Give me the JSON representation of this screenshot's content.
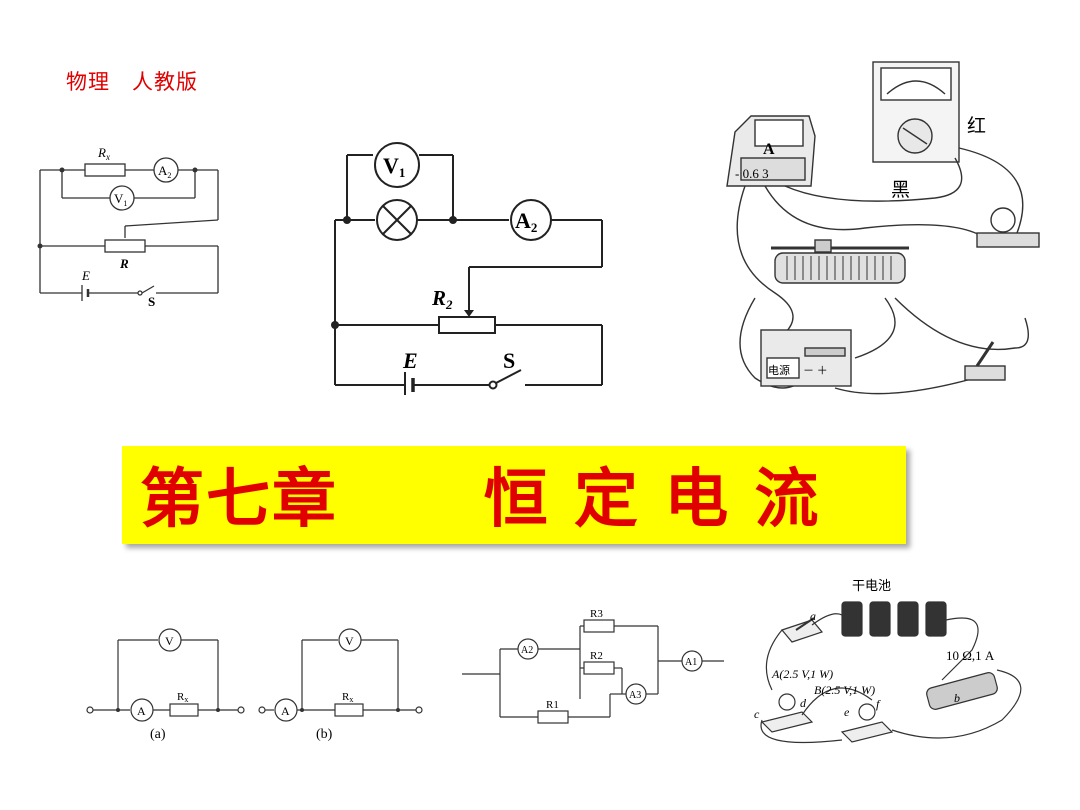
{
  "header": {
    "subject_edition": "物理　人教版"
  },
  "title": {
    "chapter": "第七章",
    "topic": "恒 定 电 流"
  },
  "figure_circuit_small": {
    "labels": {
      "rx": "R",
      "rx_sub": "x",
      "a2": "A",
      "a2_sub": "2",
      "v1": "V",
      "v1_sub": "1",
      "r": "R",
      "e": "E",
      "s": "S"
    }
  },
  "figure_circuit_large": {
    "labels": {
      "v1": "V",
      "v1_sub": "1",
      "a2": "A",
      "a2_sub": "2",
      "r2": "R",
      "r2_sub": "2",
      "e": "E",
      "s": "S"
    }
  },
  "figure_apparatus_top": {
    "labels": {
      "ammeter": "A",
      "ammeter_scale": "- 0.6 3",
      "red": "红",
      "black": "黑",
      "power_supply": "电源",
      "power_terminals": "－ ＋"
    }
  },
  "figure_ab": {
    "labels": {
      "v": "V",
      "a": "A",
      "rx": "R",
      "rx_sub": "x",
      "caption_a": "(a)",
      "caption_b": "(b)"
    }
  },
  "figure_parallel": {
    "labels": {
      "r3": "R3",
      "r2": "R2",
      "r1": "R1",
      "a2": "A2",
      "a1": "A1",
      "a3": "A3"
    }
  },
  "figure_apparatus_bottom": {
    "labels": {
      "battery": "干电池",
      "rheostat_spec": "10 Ω,1 A",
      "lamp_a": "A(2.5 V,1 W)",
      "lamp_b": "B(2.5 V,1 W)",
      "a": "a",
      "b": "b",
      "c": "c",
      "d": "d",
      "e": "e",
      "f": "f"
    }
  }
}
